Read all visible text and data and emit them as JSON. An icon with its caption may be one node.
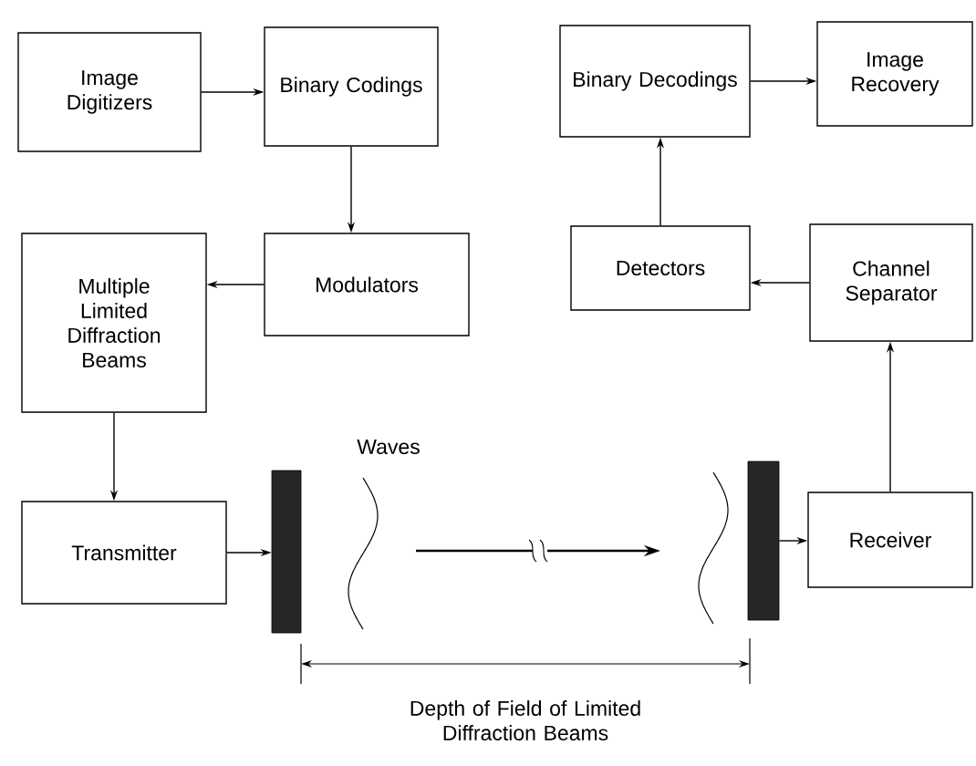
{
  "diagram": {
    "nodes": [
      {
        "text": [
          "Image Digitizers"
        ]
      },
      {
        "text": [
          "Binary Codings"
        ]
      },
      {
        "text": [
          "Binary Decodings"
        ]
      },
      {
        "text": [
          "Image Recovery"
        ]
      },
      {
        "text": [
          "Multiple Limited Diffraction Beams"
        ]
      },
      {
        "text": [
          "Modulators"
        ]
      },
      {
        "text": [
          "Detectors"
        ]
      },
      {
        "text": [
          "Channel Separator"
        ]
      },
      {
        "text": [
          "Transmitter"
        ]
      },
      {
        "text": [],
        "shape": "bar"
      },
      {
        "text": [],
        "shape": "bar"
      },
      {
        "text": [
          "Receiver"
        ]
      }
    ],
    "edges": [
      {
        "from": 0,
        "to": 1,
        "arrow": "to"
      },
      {
        "from": 1,
        "to": 5,
        "arrow": "to"
      },
      {
        "from": 5,
        "to": 4,
        "arrow": "to"
      },
      {
        "from": 4,
        "to": 8,
        "arrow": "to"
      },
      {
        "from": 8,
        "to": 9,
        "arrow": "to"
      },
      {
        "from": 10,
        "to": 11,
        "arrow": "to"
      },
      {
        "from": 11,
        "to": 7,
        "arrow": "to"
      },
      {
        "from": 7,
        "to": 6,
        "arrow": "to"
      },
      {
        "from": 6,
        "to": 2,
        "arrow": "to"
      },
      {
        "from": 2,
        "to": 3,
        "arrow": "to"
      }
    ],
    "labels": [
      "Waves",
      "Depth of Field of Limited Diffraction Beams"
    ]
  }
}
